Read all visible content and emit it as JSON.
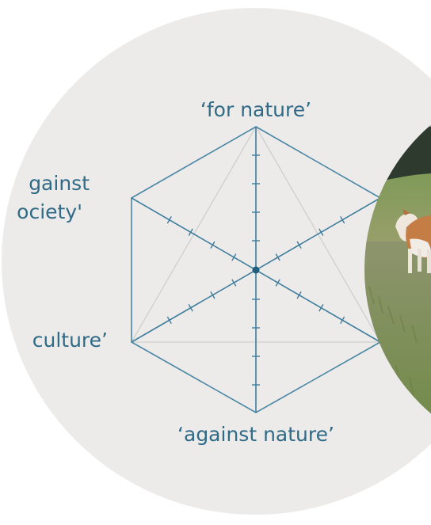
{
  "labels": {
    "top": "‘for nature’",
    "upper_left": "gainst",
    "upper_left_2": "ociety'",
    "lower_left": "culture’",
    "bottom": "‘against nature’"
  },
  "colors": {
    "background_disc": "#ecebea",
    "axis": "#3f7d9c",
    "label": "#2f6a86",
    "center_dot": "#1f5f7d",
    "sky": "#8fa2ad",
    "trees": "#2f3a2f",
    "field": "#8aa05f",
    "ground": "#9b9f6d"
  },
  "photo": {
    "subject": "cow-in-field"
  }
}
